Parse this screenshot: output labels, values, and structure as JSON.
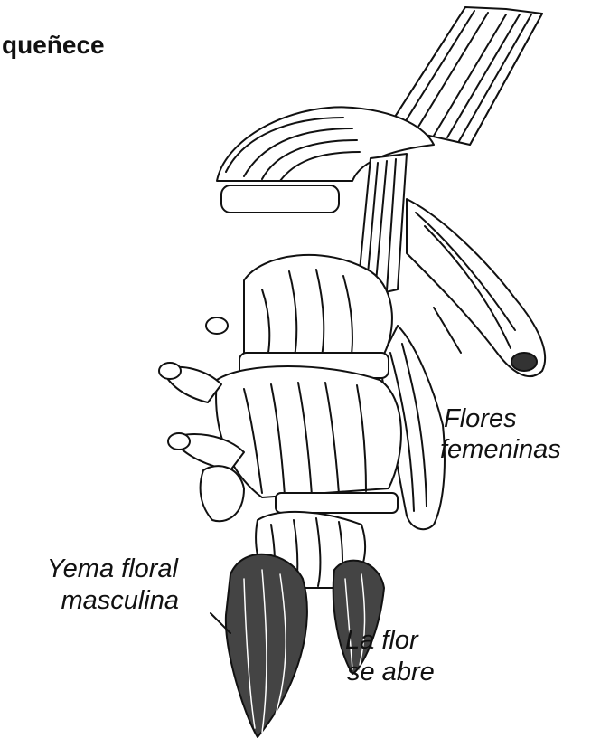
{
  "heading": "queñece",
  "labels": {
    "flores_line1": "Flores",
    "flores_line2": "femeninas",
    "yema_line1": "Yema floral",
    "yema_line2": "masculina",
    "flor_line1": "La flor",
    "flor_line2": "se abre"
  },
  "colors": {
    "ink": "#111111",
    "background": "#ffffff"
  }
}
